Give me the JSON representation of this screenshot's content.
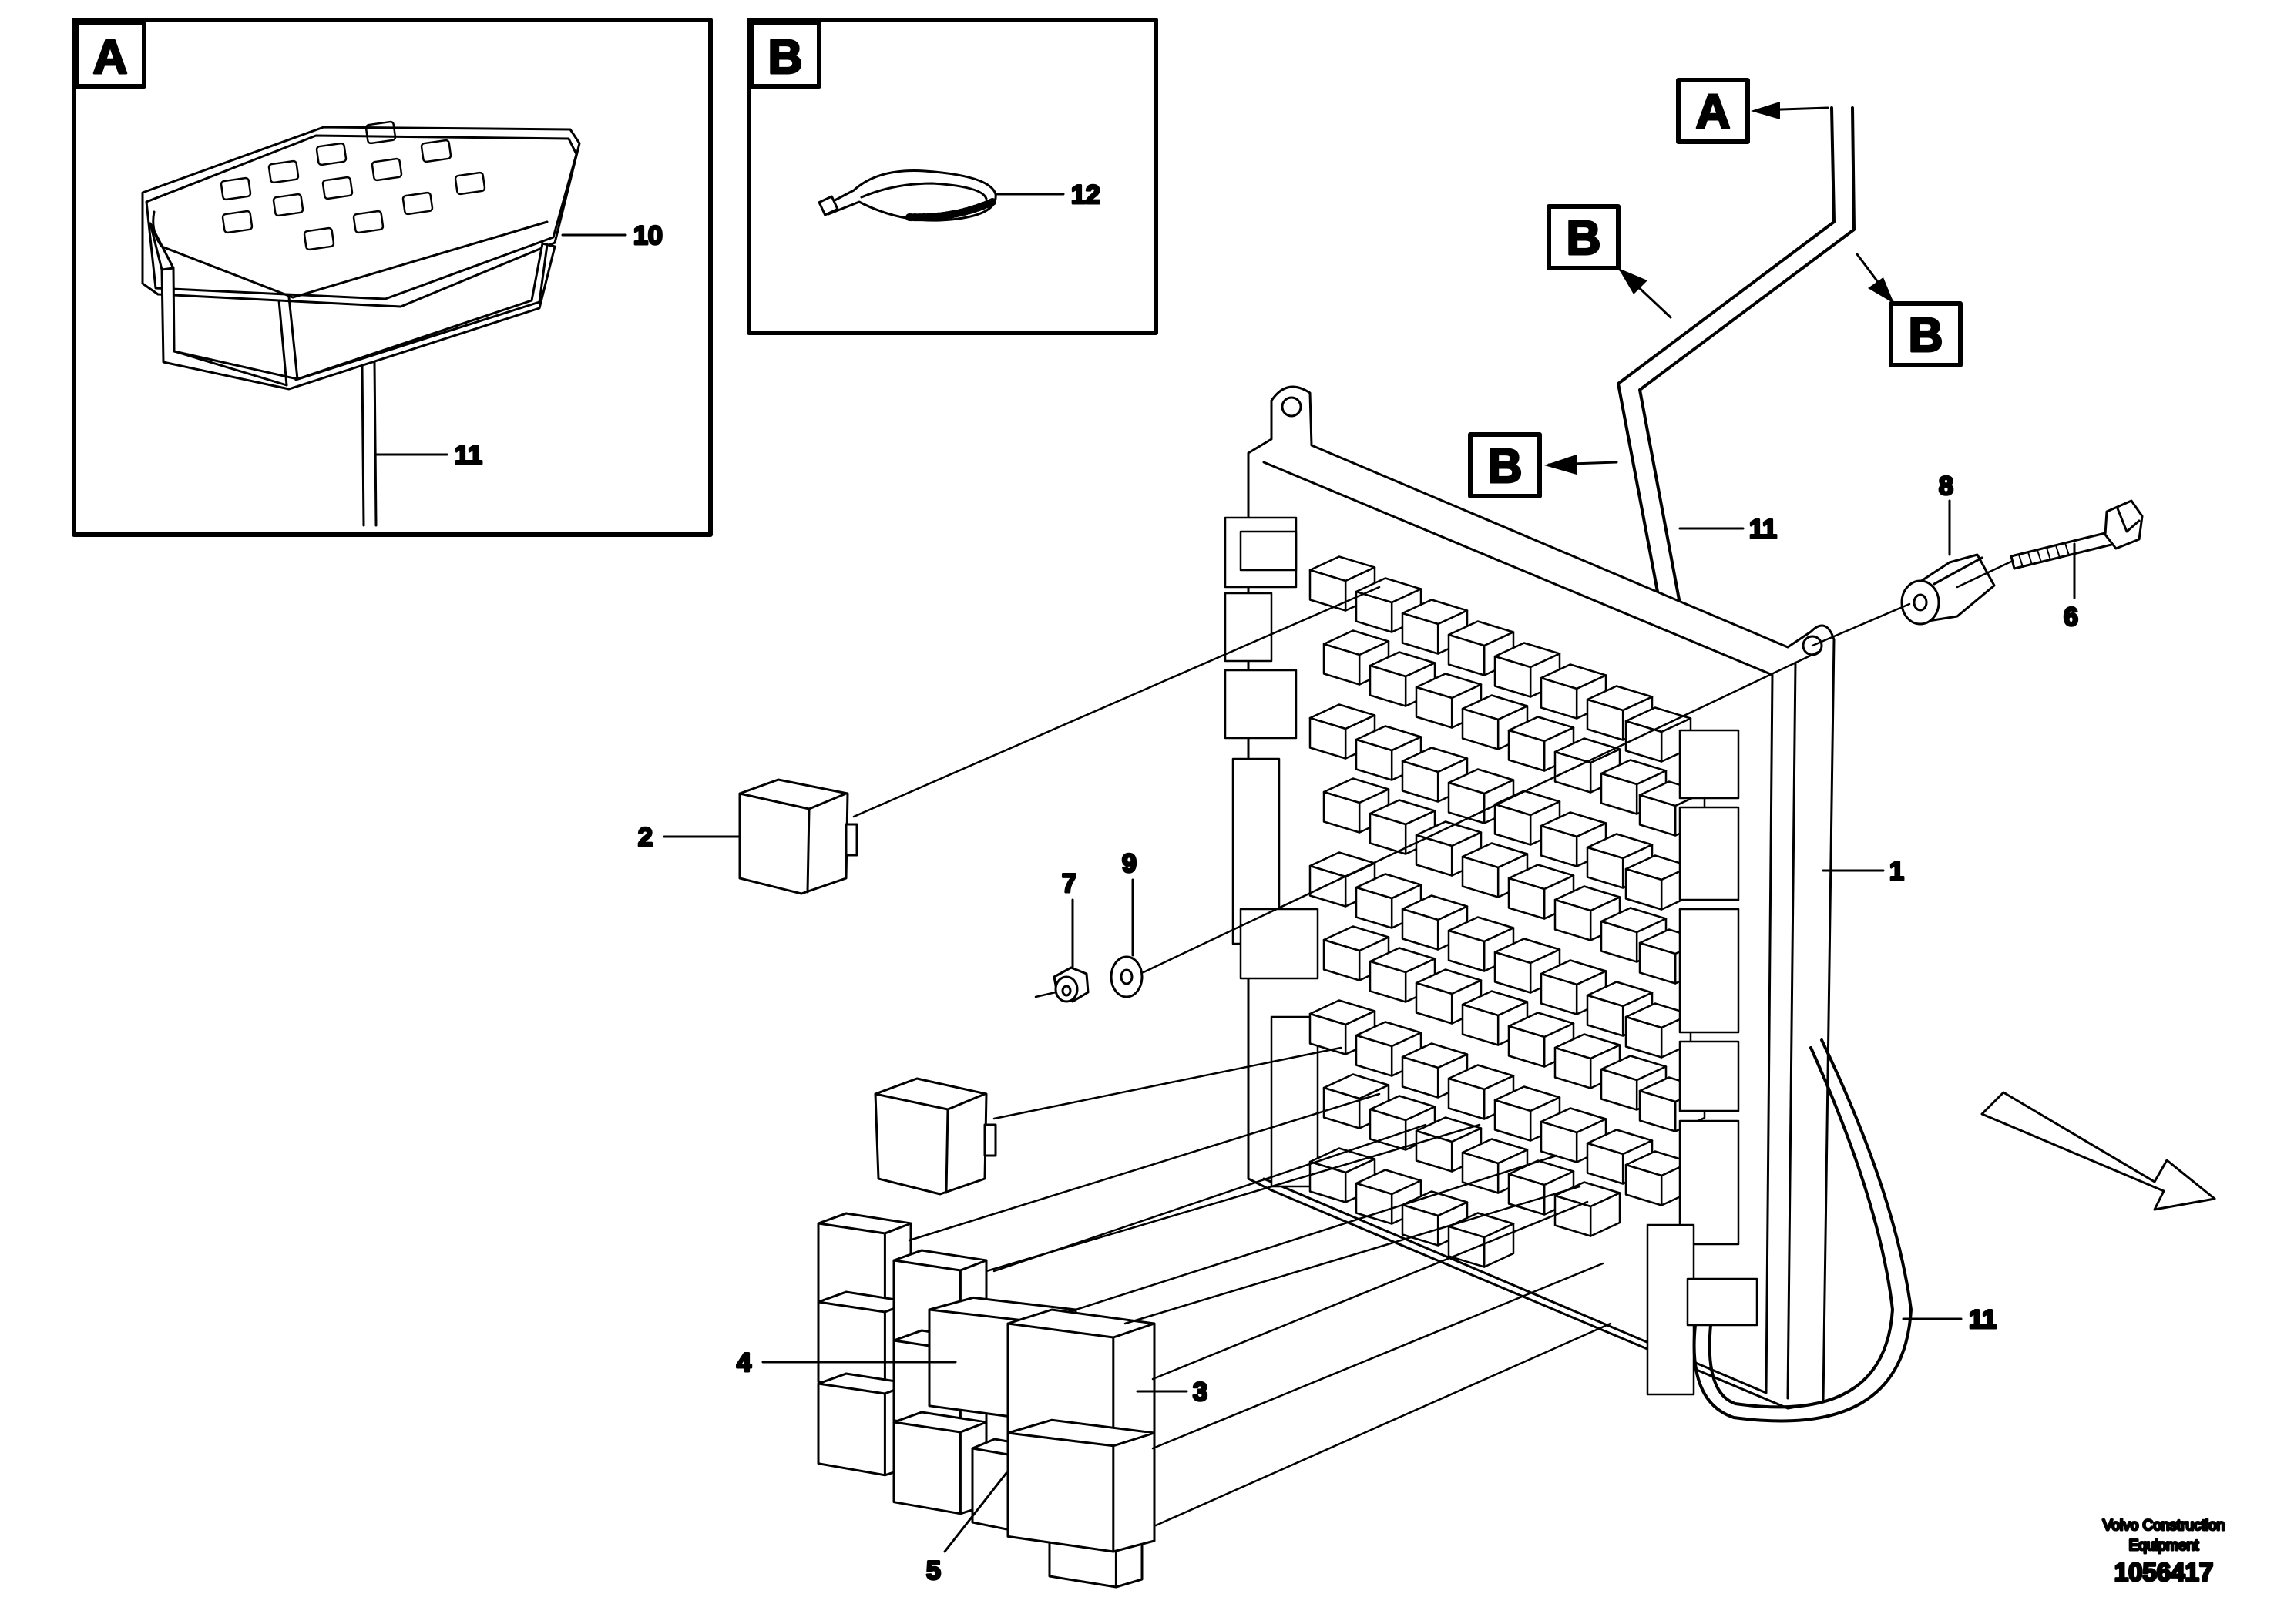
{
  "detail_boxes": {
    "A": {
      "letter": "A"
    },
    "B": {
      "letter": "B"
    }
  },
  "reference_tags": {
    "top_a": "A",
    "upper_b": "B",
    "right_b": "B",
    "mid_b": "B"
  },
  "callouts": {
    "p1": "1",
    "p2": "2",
    "p3": "3",
    "p4": "4",
    "p5": "5",
    "p6": "6",
    "p7": "7",
    "p8": "8",
    "p9": "9",
    "p10": "10",
    "p11_detail": "11",
    "p11_upper": "11",
    "p11_lower": "11",
    "p12": "12"
  },
  "footer": {
    "company_line1": "Volvo Construction",
    "company_line2": "Equipment",
    "drawing_number": "1056417"
  }
}
